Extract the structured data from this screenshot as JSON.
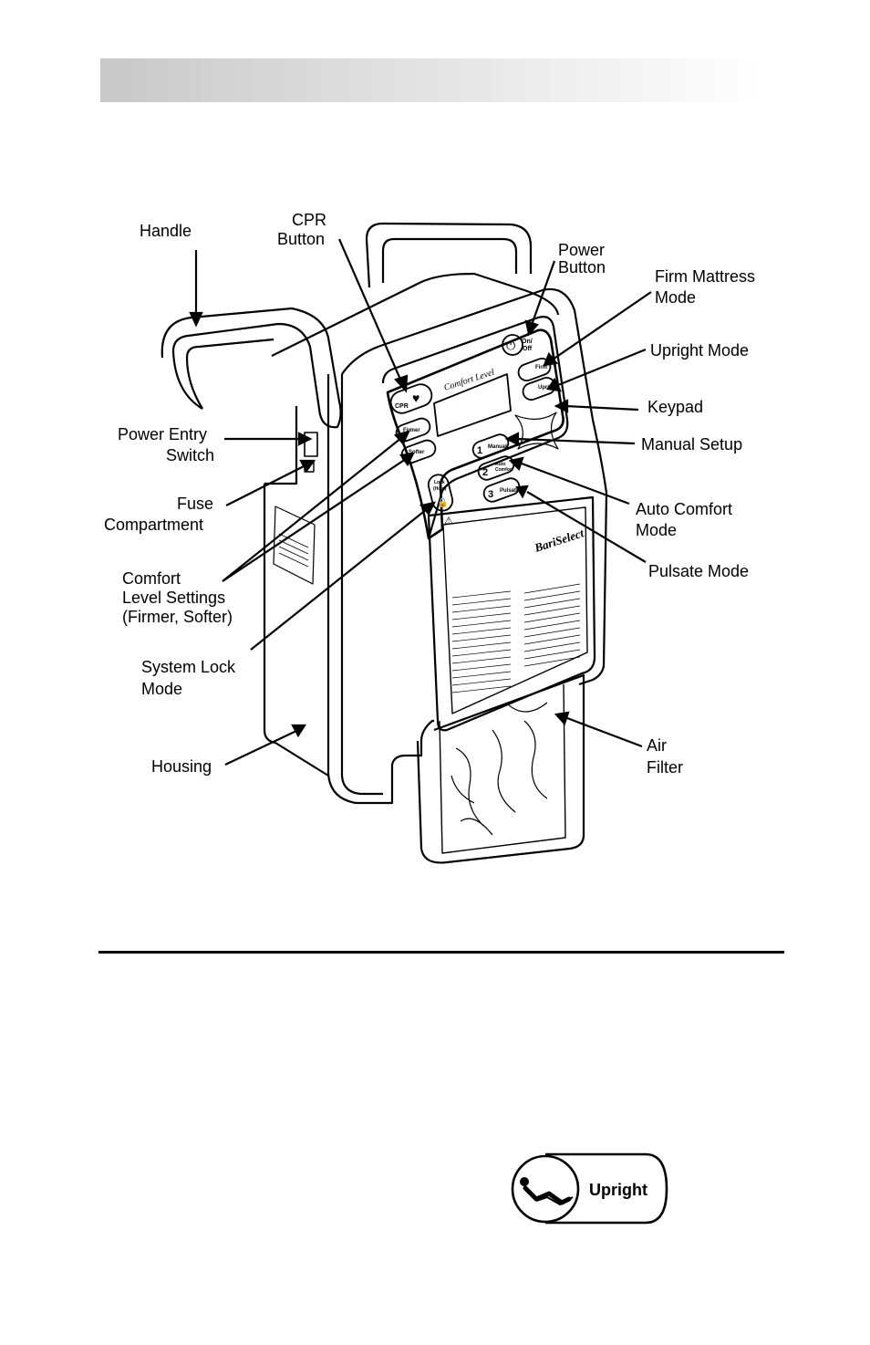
{
  "labels": {
    "handle": "Handle",
    "cpr_l1": "CPR",
    "cpr_l2": "Button",
    "power_l1": "Power",
    "power_l2": "Button",
    "firm_l1": "Firm Mattress",
    "firm_l2": "Mode",
    "upright": "Upright Mode",
    "keypad": "Keypad",
    "manual": "Manual Setup",
    "auto_l1": "Auto Comfort",
    "auto_l2": "Mode",
    "pulsate": "Pulsate Mode",
    "air_l1": "Air",
    "air_l2": "Filter",
    "pes_l1": "Power Entry",
    "pes_l2": "Switch",
    "fuse_l1": "Fuse",
    "fuse_l2": "Compartment",
    "comfort_l1": "Comfort",
    "comfort_l2": "Level Settings",
    "comfort_l3": "(Firmer, Softer)",
    "lock_l1": "System Lock",
    "lock_l2": "Mode",
    "housing": "Housing"
  },
  "panel": {
    "comfort_level": "Comfort Level",
    "cpr": "CPR",
    "on": "On/",
    "off": "Off",
    "firm": "Firm",
    "upright": "Upright",
    "firmer": "Firmer",
    "softer": "Softer",
    "manual": "Manual",
    "auto": "Auto",
    "comfort": "Comfort",
    "pulsate": "Pulsate",
    "lock": "Lock",
    "hold": "(Hold)",
    "n1": "1",
    "n2": "2",
    "n3": "3",
    "brand": "BariSelect"
  },
  "upright_button": {
    "label": "Upright"
  }
}
